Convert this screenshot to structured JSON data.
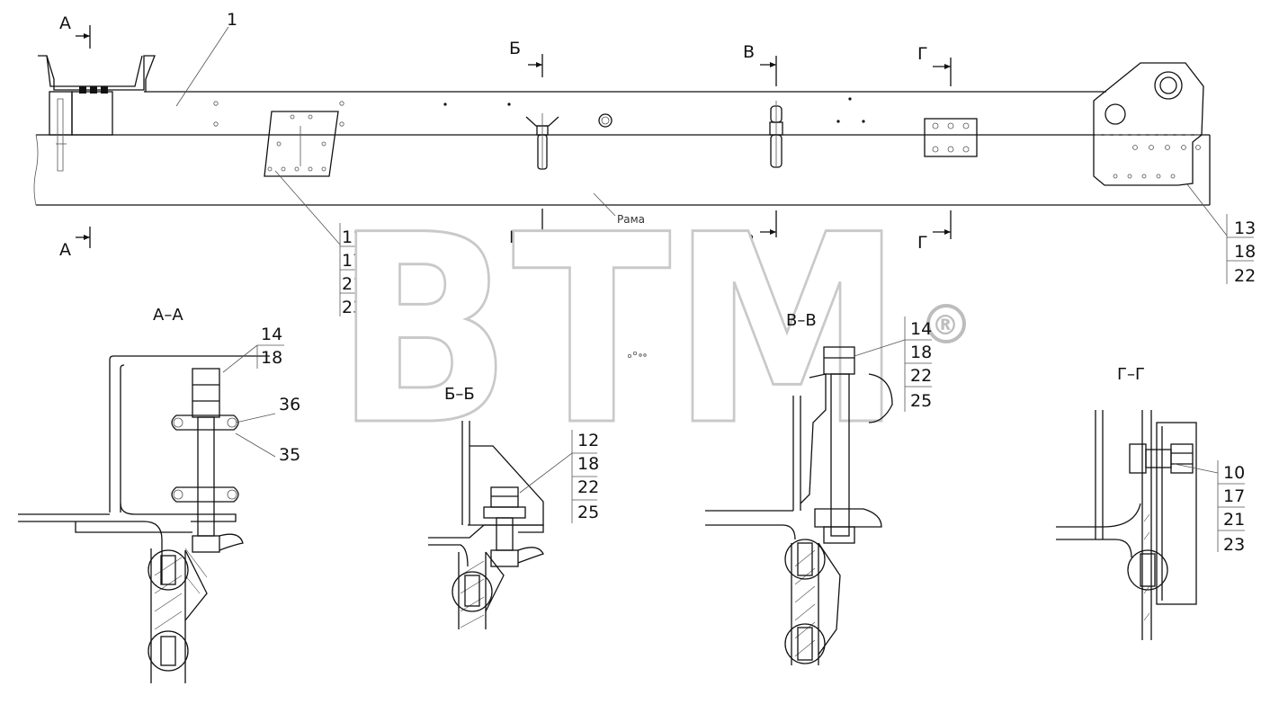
{
  "main_view": {
    "item_label": "1",
    "frame_caption": "Рама",
    "section_marks": {
      "a": "А",
      "b": "Б",
      "v": "В",
      "g": "Г"
    },
    "callout_plate": [
      "11",
      "17",
      "21",
      "23"
    ],
    "callout_end": [
      "13",
      "18",
      "22"
    ]
  },
  "section_aa": {
    "title": "А–А",
    "callout_bolt": [
      "14",
      "18"
    ],
    "callout_clip_top": "36",
    "callout_clip_bottom": "35"
  },
  "section_bb": {
    "title": "Б–Б",
    "callout": [
      "12",
      "18",
      "22",
      "25"
    ]
  },
  "section_vv": {
    "title": "В–В",
    "callout": [
      "14",
      "18",
      "22",
      "25"
    ]
  },
  "section_gg": {
    "title": "Г–Г",
    "callout": [
      "10",
      "17",
      "21",
      "23"
    ]
  },
  "watermark": {
    "text": "BTM",
    "mark": "®"
  }
}
